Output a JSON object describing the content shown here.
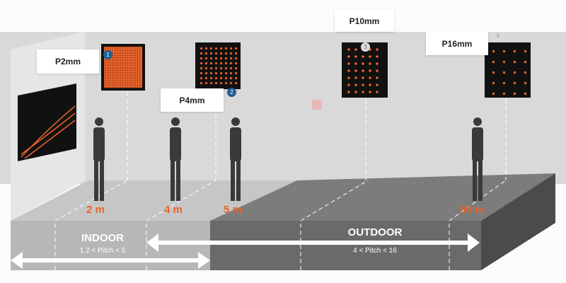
{
  "panels": [
    {
      "label": "P2mm",
      "badge": "1",
      "distance": "2 m"
    },
    {
      "label": "P4mm",
      "badge": "2",
      "distance": "4 m"
    },
    {
      "label": "P10mm",
      "badge": "3",
      "distance": "5 m"
    },
    {
      "label": "P16mm",
      "badge": "4",
      "distance": "50 m"
    }
  ],
  "zones": {
    "indoor": {
      "title": "INDOOR",
      "range": "1.2 < Pitch < 5"
    },
    "outdoor": {
      "title": "OUTDOOR",
      "range": "4 < Pitch < 16"
    }
  },
  "colors": {
    "accent": "#e8622a",
    "badge": "#1f5f98",
    "led": "#e8622a"
  }
}
